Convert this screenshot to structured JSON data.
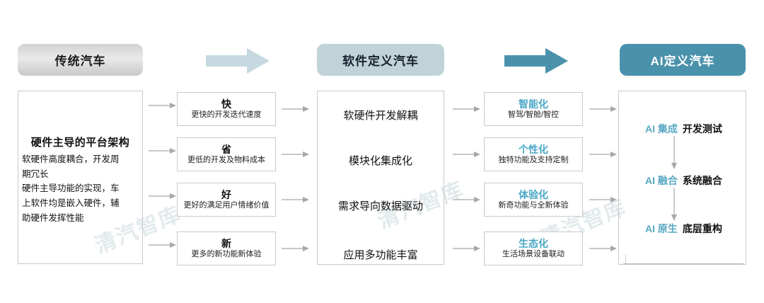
{
  "headers": [
    {
      "label": "传统汽车",
      "style": "grey"
    },
    {
      "label": "软件定义汽车",
      "style": "blue"
    },
    {
      "label": "AI定义汽车",
      "style": "teal"
    }
  ],
  "block_arrows": [
    {
      "name": "arrow-traditional-to-software",
      "color": "#c6d9e0"
    },
    {
      "name": "arrow-software-to-ai",
      "color": "#4a92ab"
    }
  ],
  "left_panel": {
    "title": "硬件主导的平台架构",
    "lines": [
      "软硬件高度耦合，开发周",
      "期冗长",
      "硬件主导功能的实现，车",
      "上软件均是嵌入硬件，辅",
      "助硬件发挥性能"
    ]
  },
  "benefit_cards": [
    {
      "title": "快",
      "subtitle": "更快的开发迭代速度"
    },
    {
      "title": "省",
      "subtitle": "更低的开发及物料成本"
    },
    {
      "title": "好",
      "subtitle": "更好的满足用户情绪价值"
    },
    {
      "title": "新",
      "subtitle": "更多的新功能新体验"
    }
  ],
  "middle_items": [
    "软硬件开发解耦",
    "模块化集成化",
    "需求导向数据驱动",
    "应用多功能丰富"
  ],
  "trend_cards": [
    {
      "title": "智能化",
      "subtitle": "智驾/智舱/智控"
    },
    {
      "title": "个性化",
      "subtitle": "独特功能及支持定制"
    },
    {
      "title": "体验化",
      "subtitle": "新奇功能与全新体验"
    },
    {
      "title": "生态化",
      "subtitle": "生活场景设备联动"
    }
  ],
  "ai_rows": [
    {
      "key": "AI 集成",
      "value": "开发测试"
    },
    {
      "key": "AI 融合",
      "value": "系统融合"
    },
    {
      "key": "AI 原生",
      "value": "底层重构"
    }
  ],
  "watermarks": [
    "清汽智库",
    "清汽智库",
    "清汽智库"
  ],
  "colors": {
    "teal": "#4a92ab",
    "teal_text": "#4aa7c6",
    "pale_blue": "#bfd3d9",
    "border": "#c9c9c9",
    "connector": "#a8a8a8",
    "watermark": "#d9e3e6"
  }
}
